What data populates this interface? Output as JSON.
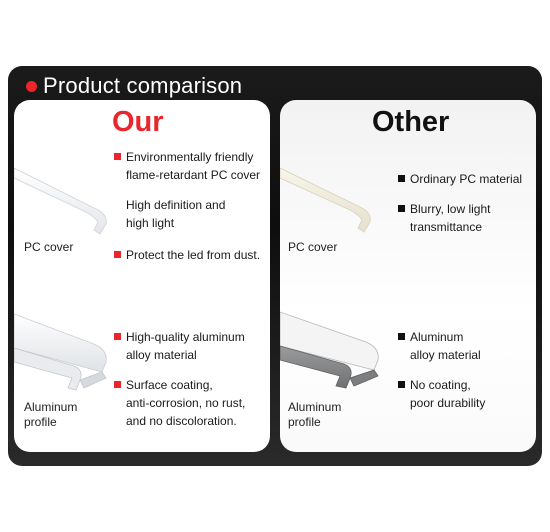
{
  "header": {
    "title": "Product comparison"
  },
  "ours": {
    "title": "Our",
    "pc_label": "PC cover",
    "alu_label_line1": "Aluminum",
    "alu_label_line2": "profile",
    "features": [
      {
        "line1": "Environmentally friendly",
        "line2": "flame-retardant PC cover",
        "bullet": true
      },
      {
        "line1": "High definition and",
        "line2": "high light",
        "bullet": false
      },
      {
        "line1": "Protect the led from dust.",
        "line2": "",
        "bullet": true
      },
      {
        "line1": "High-quality aluminum",
        "line2": "alloy material",
        "bullet": true
      },
      {
        "line1": "Surface coating,",
        "line2": "anti-corrosion, no rust,",
        "line3": "and no discoloration.",
        "bullet": true
      }
    ]
  },
  "other": {
    "title": "Other",
    "pc_label": "PC cover",
    "alu_label_line1": "Aluminum",
    "alu_label_line2": "profile",
    "features": [
      {
        "line1": "Ordinary PC material",
        "line2": "",
        "bullet": true
      },
      {
        "line1": "Blurry, low light",
        "line2": "transmittance",
        "bullet": true
      },
      {
        "line1": "Aluminum",
        "line2": "alloy material",
        "bullet": true
      },
      {
        "line1": "No coating,",
        "line2": "poor durability",
        "bullet": true
      }
    ]
  },
  "colors": {
    "accent": "#e8262b",
    "frame": "#111111"
  }
}
